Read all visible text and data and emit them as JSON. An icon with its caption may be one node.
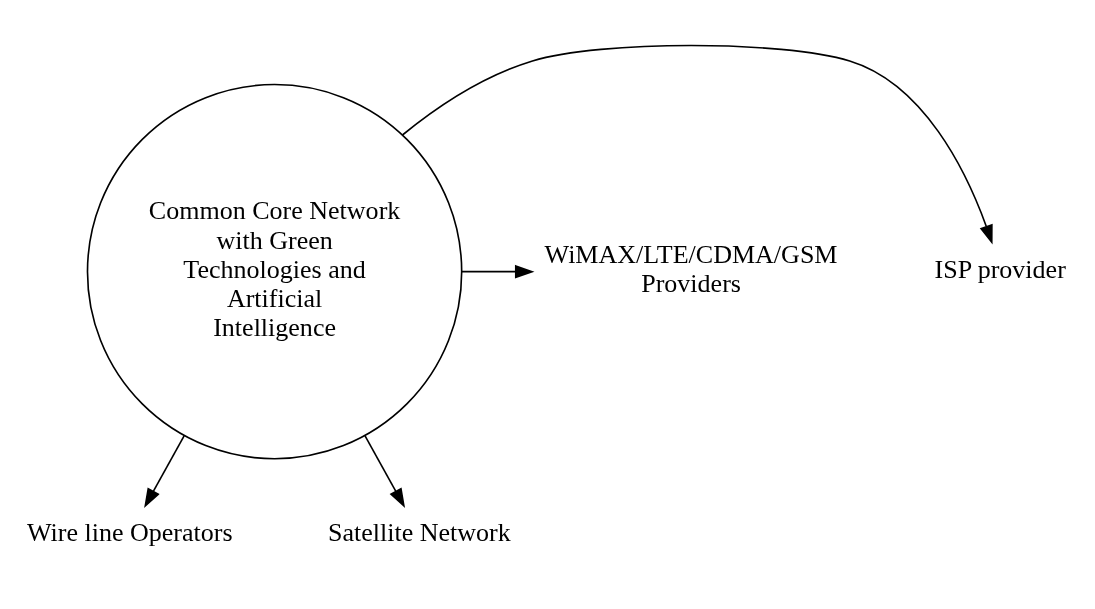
{
  "diagram": {
    "nodes": [
      {
        "text": [
          "Common Core Network with Green Technologies and Artificial Intelligence"
        ]
      },
      {
        "text": [
          "Wire line Operators"
        ]
      },
      {
        "text": [
          "WiMAX/LTE/CDMA/GSM Providers"
        ]
      },
      {
        "text": [
          "ISP provider"
        ]
      },
      {
        "text": [
          "Satellite Network"
        ]
      }
    ],
    "edges": [
      {
        "from": 0,
        "to": 1,
        "arrow": "to"
      },
      {
        "from": 0,
        "to": 2,
        "arrow": "to"
      },
      {
        "from": 0,
        "to": 3,
        "arrow": "to"
      },
      {
        "from": 0,
        "to": 4,
        "arrow": "to"
      }
    ]
  }
}
